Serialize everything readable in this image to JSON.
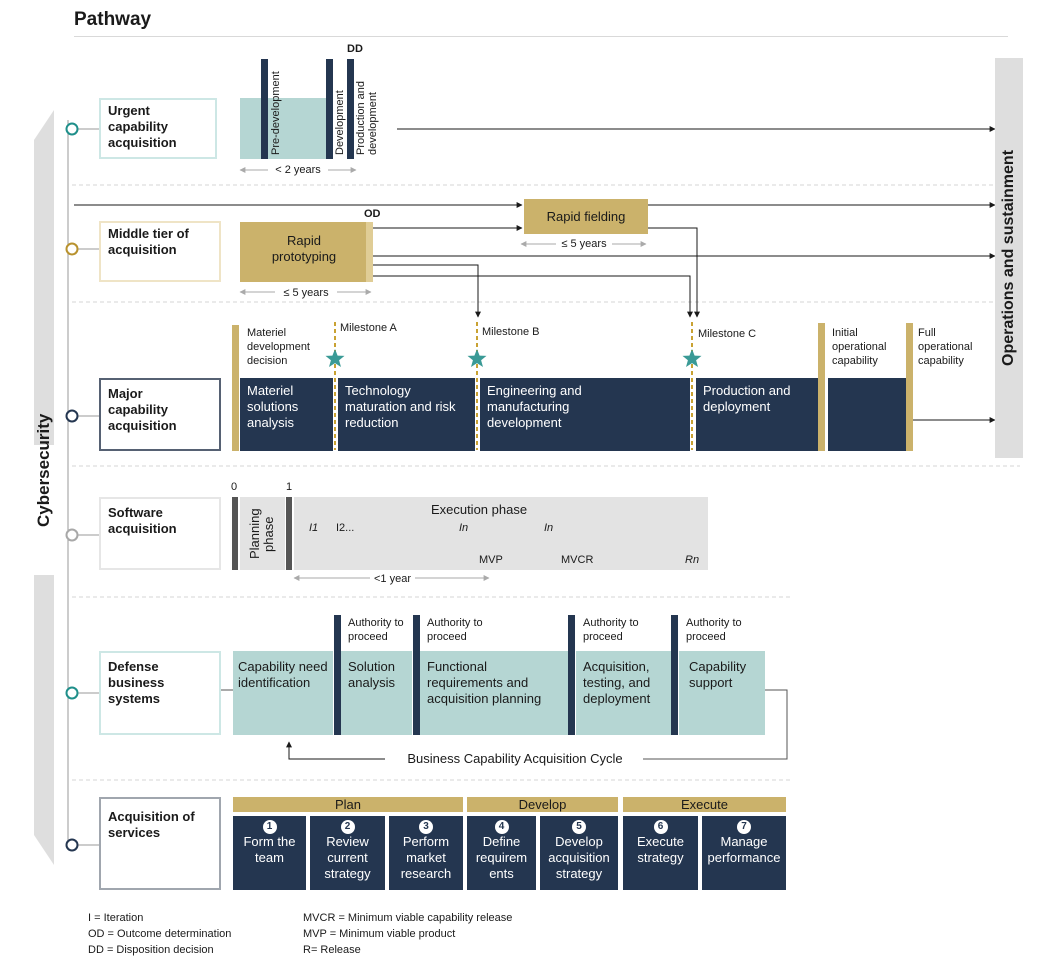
{
  "title": "Pathway",
  "side_labels": {
    "left": "Cybersecurity",
    "right": "Operations and sustainment"
  },
  "colors": {
    "navy": "#243650",
    "teal": "#b5d6d3",
    "gold": "#cbb26b",
    "gray": "#e3e3e3",
    "star": "#3a9a96"
  },
  "pathways": {
    "urgent": "Urgent capability acquisition",
    "mta": "Middle tier of acquisition",
    "major": "Major capability acquisition",
    "software": "Software acquisition",
    "dbs": "Defense business systems",
    "services": "Acquisition of services"
  },
  "urgent": {
    "dd": "DD",
    "pre_development": "Pre-development",
    "development": "Development",
    "production": "Production and development",
    "duration": "< 2 years"
  },
  "mta": {
    "od": "OD",
    "rapid_prototyping": "Rapid prototyping",
    "rapid_fielding": "Rapid fielding",
    "prototyping_duration": "≤ 5 years",
    "fielding_duration": "≤ 5 years"
  },
  "major": {
    "mdd": "Materiel development decision",
    "milestone_a": "Milestone A",
    "milestone_b": "Milestone B",
    "milestone_c": "Milestone C",
    "ioc": "Initial operational capability",
    "foc": "Full operational capability",
    "phases": {
      "msa": "Materiel solutions analysis",
      "tmrr": "Technology maturation and risk reduction",
      "emd": "Engineering and manufacturing development",
      "pd": "Production and deployment"
    }
  },
  "software": {
    "zero": "0",
    "one": "1",
    "planning": "Planning phase",
    "execution": "Execution phase",
    "i1": "I1",
    "i2": "I2...",
    "in1": "In",
    "in2": "In",
    "mvp": "MVP",
    "mvcr": "MVCR",
    "rn": "Rn",
    "duration": "<1 year"
  },
  "dbs": {
    "atp1": "Authority to proceed",
    "atp2": "Authority to proceed",
    "atp3": "Authority to proceed",
    "atp4": "Authority to proceed",
    "cni": "Capability need identification",
    "sa": "Solution analysis",
    "frap": "Functional requirements and acquisition planning",
    "atd": "Acquisition, testing, and deployment",
    "cs": "Capability support",
    "cycle": "Business Capability Acquisition Cycle"
  },
  "services": {
    "headers": {
      "plan": "Plan",
      "develop": "Develop",
      "execute": "Execute"
    },
    "steps": [
      {
        "num": "1",
        "label": "Form the team"
      },
      {
        "num": "2",
        "label": "Review current strategy"
      },
      {
        "num": "3",
        "label": "Perform market research"
      },
      {
        "num": "4",
        "label": "Define requirements"
      },
      {
        "num": "5",
        "label": "Develop acquisition strategy"
      },
      {
        "num": "6",
        "label": "Execute strategy"
      },
      {
        "num": "7",
        "label": "Manage performance"
      }
    ]
  },
  "legend": {
    "i": "I = Iteration",
    "od": "OD = Outcome determination",
    "dd": "DD = Disposition decision",
    "mvcr": "MVCR = Minimum viable capability release",
    "mvp": "MVP = Minimum viable product",
    "r": "R= Release"
  }
}
